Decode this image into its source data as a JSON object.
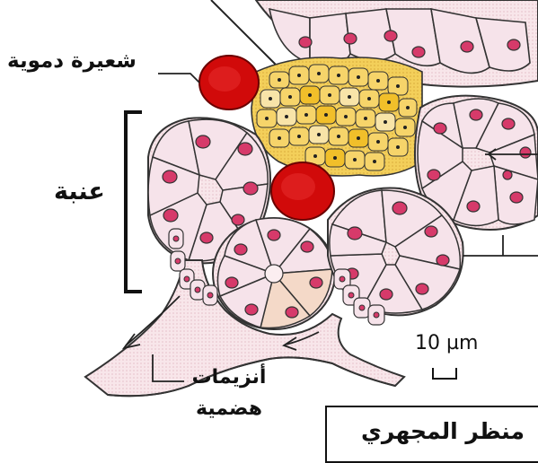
{
  "labels": {
    "capillary": "شعيرة دموية",
    "acinus": "عنبة",
    "enzymes_line1": "أنزيمات",
    "enzymes_line2": "هضمية",
    "scale": "10 µm",
    "caption": "منظر المجهري"
  },
  "colors": {
    "acinar_cell_fill": "#f6e3ea",
    "acinar_nucleus": "#d63a6a",
    "islet_cell_fill": "#f1c23a",
    "blood_cell": "#d10a0a",
    "duct_fill": "#f7e1e4",
    "outline": "#333333"
  }
}
